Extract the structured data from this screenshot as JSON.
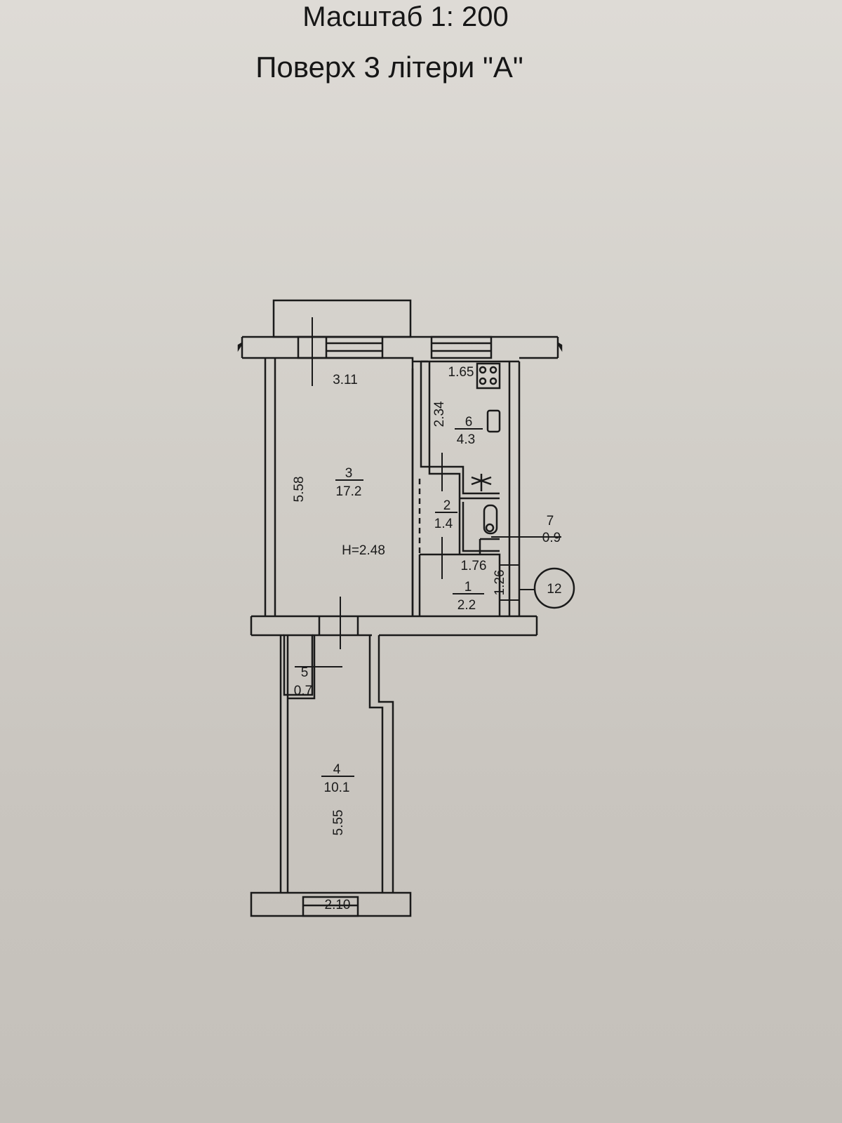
{
  "header": {
    "scale": "Масштаб 1: 200",
    "floor": "Поверх 3 літери \"А\""
  },
  "plan": {
    "ceiling_height": "H=2.48",
    "axis_marker": "12",
    "rooms": [
      {
        "number": "1",
        "area": "2.2"
      },
      {
        "number": "2",
        "area": "1.4"
      },
      {
        "number": "3",
        "area": "17.2"
      },
      {
        "number": "4",
        "area": "10.1"
      },
      {
        "number": "5",
        "area": "0.7"
      },
      {
        "number": "6",
        "area": "4.3"
      },
      {
        "number": "7",
        "area": "0.9"
      }
    ],
    "dimensions": {
      "room3_width": "3.11",
      "room3_length": "5.58",
      "kitchen_width": "1.65",
      "kitchen_length": "2.34",
      "hall_width": "1.76",
      "hall_length": "1.26",
      "room4_length": "5.55",
      "room4_width": "2.10"
    }
  }
}
